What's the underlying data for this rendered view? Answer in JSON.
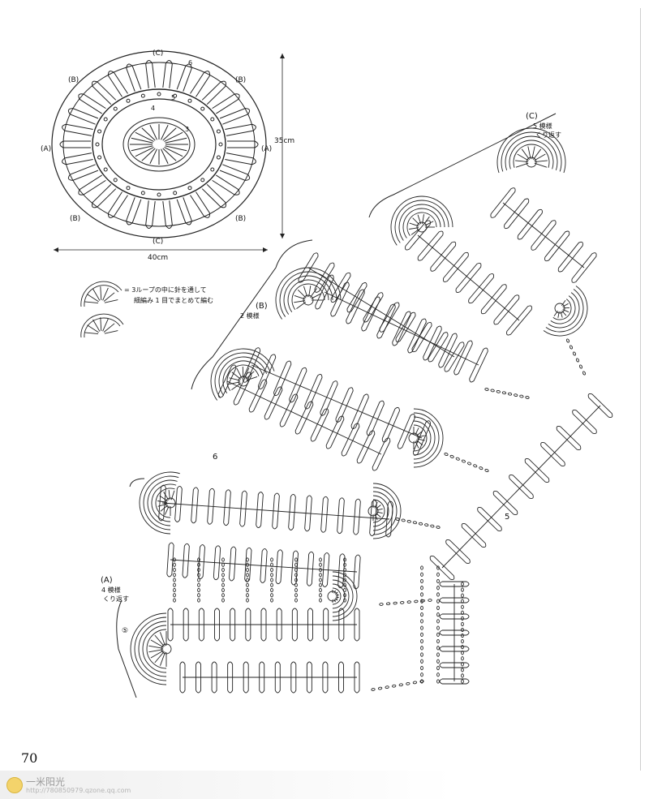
{
  "page_number": "70",
  "motif": {
    "width_label": "40cm",
    "height_label": "35cm",
    "labels": {
      "c_top": "(C)",
      "c_bottom": "(C)",
      "b_tl": "(B)",
      "b_tr": "(B)",
      "b_bl": "(B)",
      "b_br": "(B)",
      "a_left": "(A)",
      "a_right": "(A)",
      "round_6": "6",
      "round_5": "5",
      "round_4": "4",
      "round_3": "3"
    }
  },
  "legend": {
    "line1": "= 3ループの中に針を通して",
    "line2": "細編み 1 目でまとめて編む"
  },
  "sections": {
    "c": {
      "label": "(C)",
      "note1": "5 模様",
      "note2": "くり返す"
    },
    "b": {
      "label": "(B)",
      "note1": "2 模様"
    },
    "a": {
      "label": "(A)",
      "note1": "4 模様",
      "note2": "くり返す"
    },
    "round_6": "6",
    "round_5": "5",
    "start_mark": "⑤"
  },
  "watermark": {
    "text": "一米阳光",
    "url": "http://780850979.qzone.qq.com"
  }
}
